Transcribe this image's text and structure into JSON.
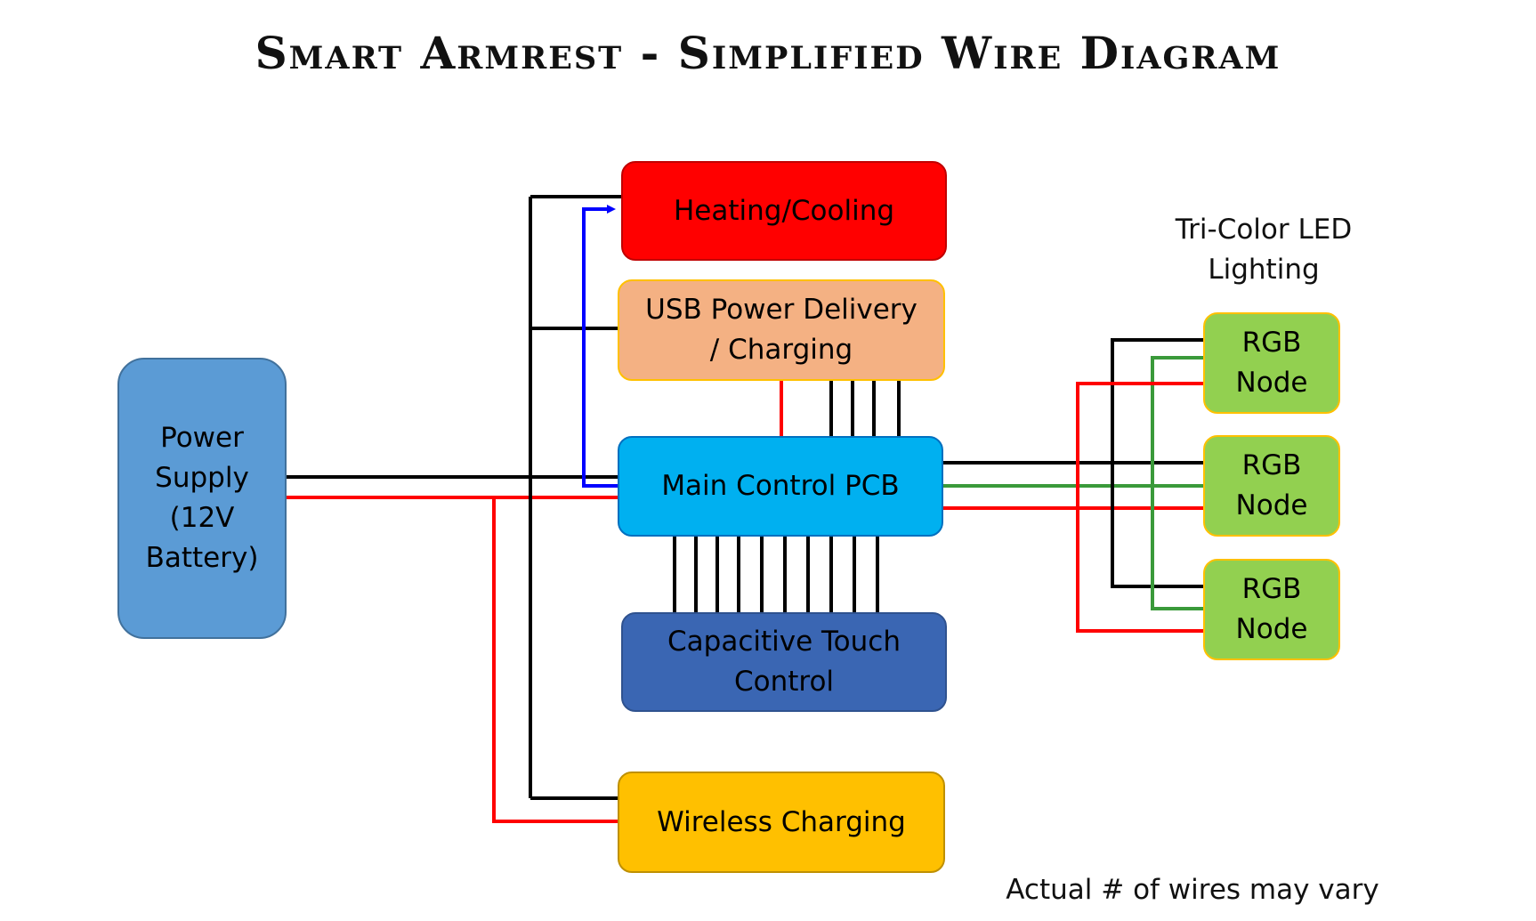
{
  "title": "Smart Armrest - Simplified Wire Diagram",
  "colors": {
    "power_supply": "#5B9BD5",
    "heating": "#FF0000",
    "usb": "#F4B183",
    "main_pcb": "#00B0F0",
    "touch": "#3A66B3",
    "wireless": "#FFC000",
    "rgb_node": "#92D050",
    "wire_black": "#000000",
    "wire_red": "#FF0000",
    "wire_green": "#3A9A3A",
    "wire_blue": "#0000FF"
  },
  "blocks": {
    "power_supply": "Power\nSupply\n(12V\nBattery)",
    "heating": "Heating/Cooling",
    "usb": "USB Power Delivery\n/ Charging",
    "main_pcb": "Main Control PCB",
    "touch": "Capacitive Touch\nControl",
    "wireless": "Wireless Charging",
    "rgb_nodes": [
      "RGB\nNode",
      "RGB\nNode",
      "RGB\nNode"
    ]
  },
  "labels": {
    "led_group": "Tri-Color LED\nLighting",
    "footnote": "Actual # of wires may vary"
  }
}
